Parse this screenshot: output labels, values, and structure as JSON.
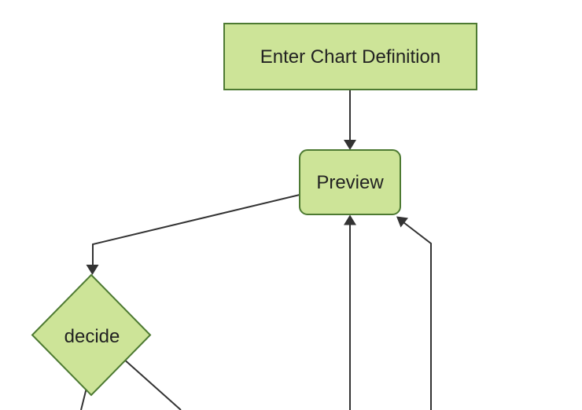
{
  "diagram": {
    "type": "flowchart",
    "direction": "top-down",
    "nodes": [
      {
        "id": "enter-chart-definition",
        "label": "Enter Chart Definition",
        "shape": "rectangle"
      },
      {
        "id": "preview",
        "label": "Preview",
        "shape": "rounded-rectangle"
      },
      {
        "id": "decide",
        "label": "decide",
        "shape": "diamond"
      }
    ],
    "edges": [
      {
        "from": "enter-chart-definition",
        "to": "preview",
        "arrow": true
      },
      {
        "from": "preview",
        "to": "decide",
        "arrow": true
      },
      {
        "from": "offscreen-bottom",
        "to": "preview",
        "arrow": true
      },
      {
        "from": "offscreen-bottom-right",
        "to": "preview",
        "arrow": true
      },
      {
        "from": "decide",
        "to": "offscreen-bottom-left",
        "arrow": false
      },
      {
        "from": "decide",
        "to": "offscreen-bottom-right",
        "arrow": false
      }
    ]
  },
  "colors": {
    "background": "#ffffff",
    "node_fill": "#cde498",
    "node_border": "#4d7a32",
    "edge_color": "#333333",
    "text_color": "#222222"
  }
}
